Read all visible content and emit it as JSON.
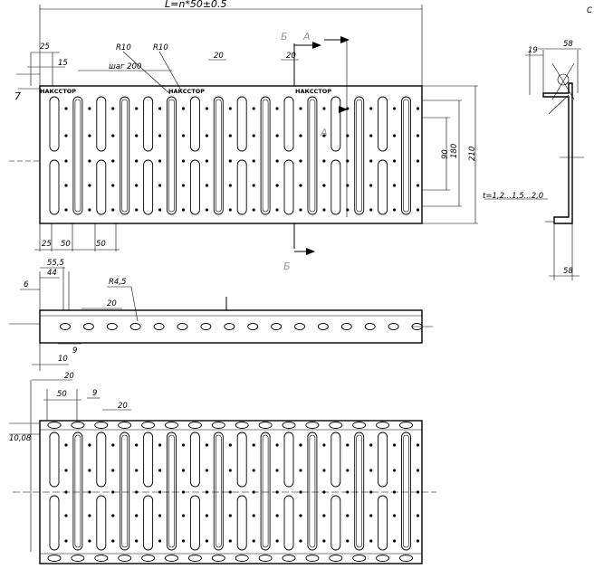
{
  "drawing": {
    "brand": "НАКССТОР",
    "top_view": {
      "length": "L=n*50±0.5",
      "section_b": "Б",
      "section_a": "А",
      "d25": "25",
      "d15": "15",
      "d7": "7",
      "r10_left": "R10",
      "r10_right": "R10",
      "pitch": "шаг 200",
      "d20_a": "20",
      "d20_b": "20",
      "d90": "90",
      "d180": "180",
      "d210": "210",
      "d25_bottom": "25",
      "d50_bottom_a": "50",
      "d50_bottom_b": "50"
    },
    "profile": {
      "corner": "С",
      "d19": "19",
      "d58_top": "58",
      "d58_bottom": "58",
      "thickness": "t=1,2...1,5...2,0"
    },
    "side_view": {
      "d55": "55,5",
      "d44": "44",
      "d6": "6",
      "radius": "R4,5",
      "d20": "20",
      "d9": "9",
      "d10": "10",
      "d20_b": "20"
    },
    "bottom_view": {
      "d50": "50",
      "d9": "9",
      "d20": "20",
      "d10_08": "10,08"
    }
  }
}
